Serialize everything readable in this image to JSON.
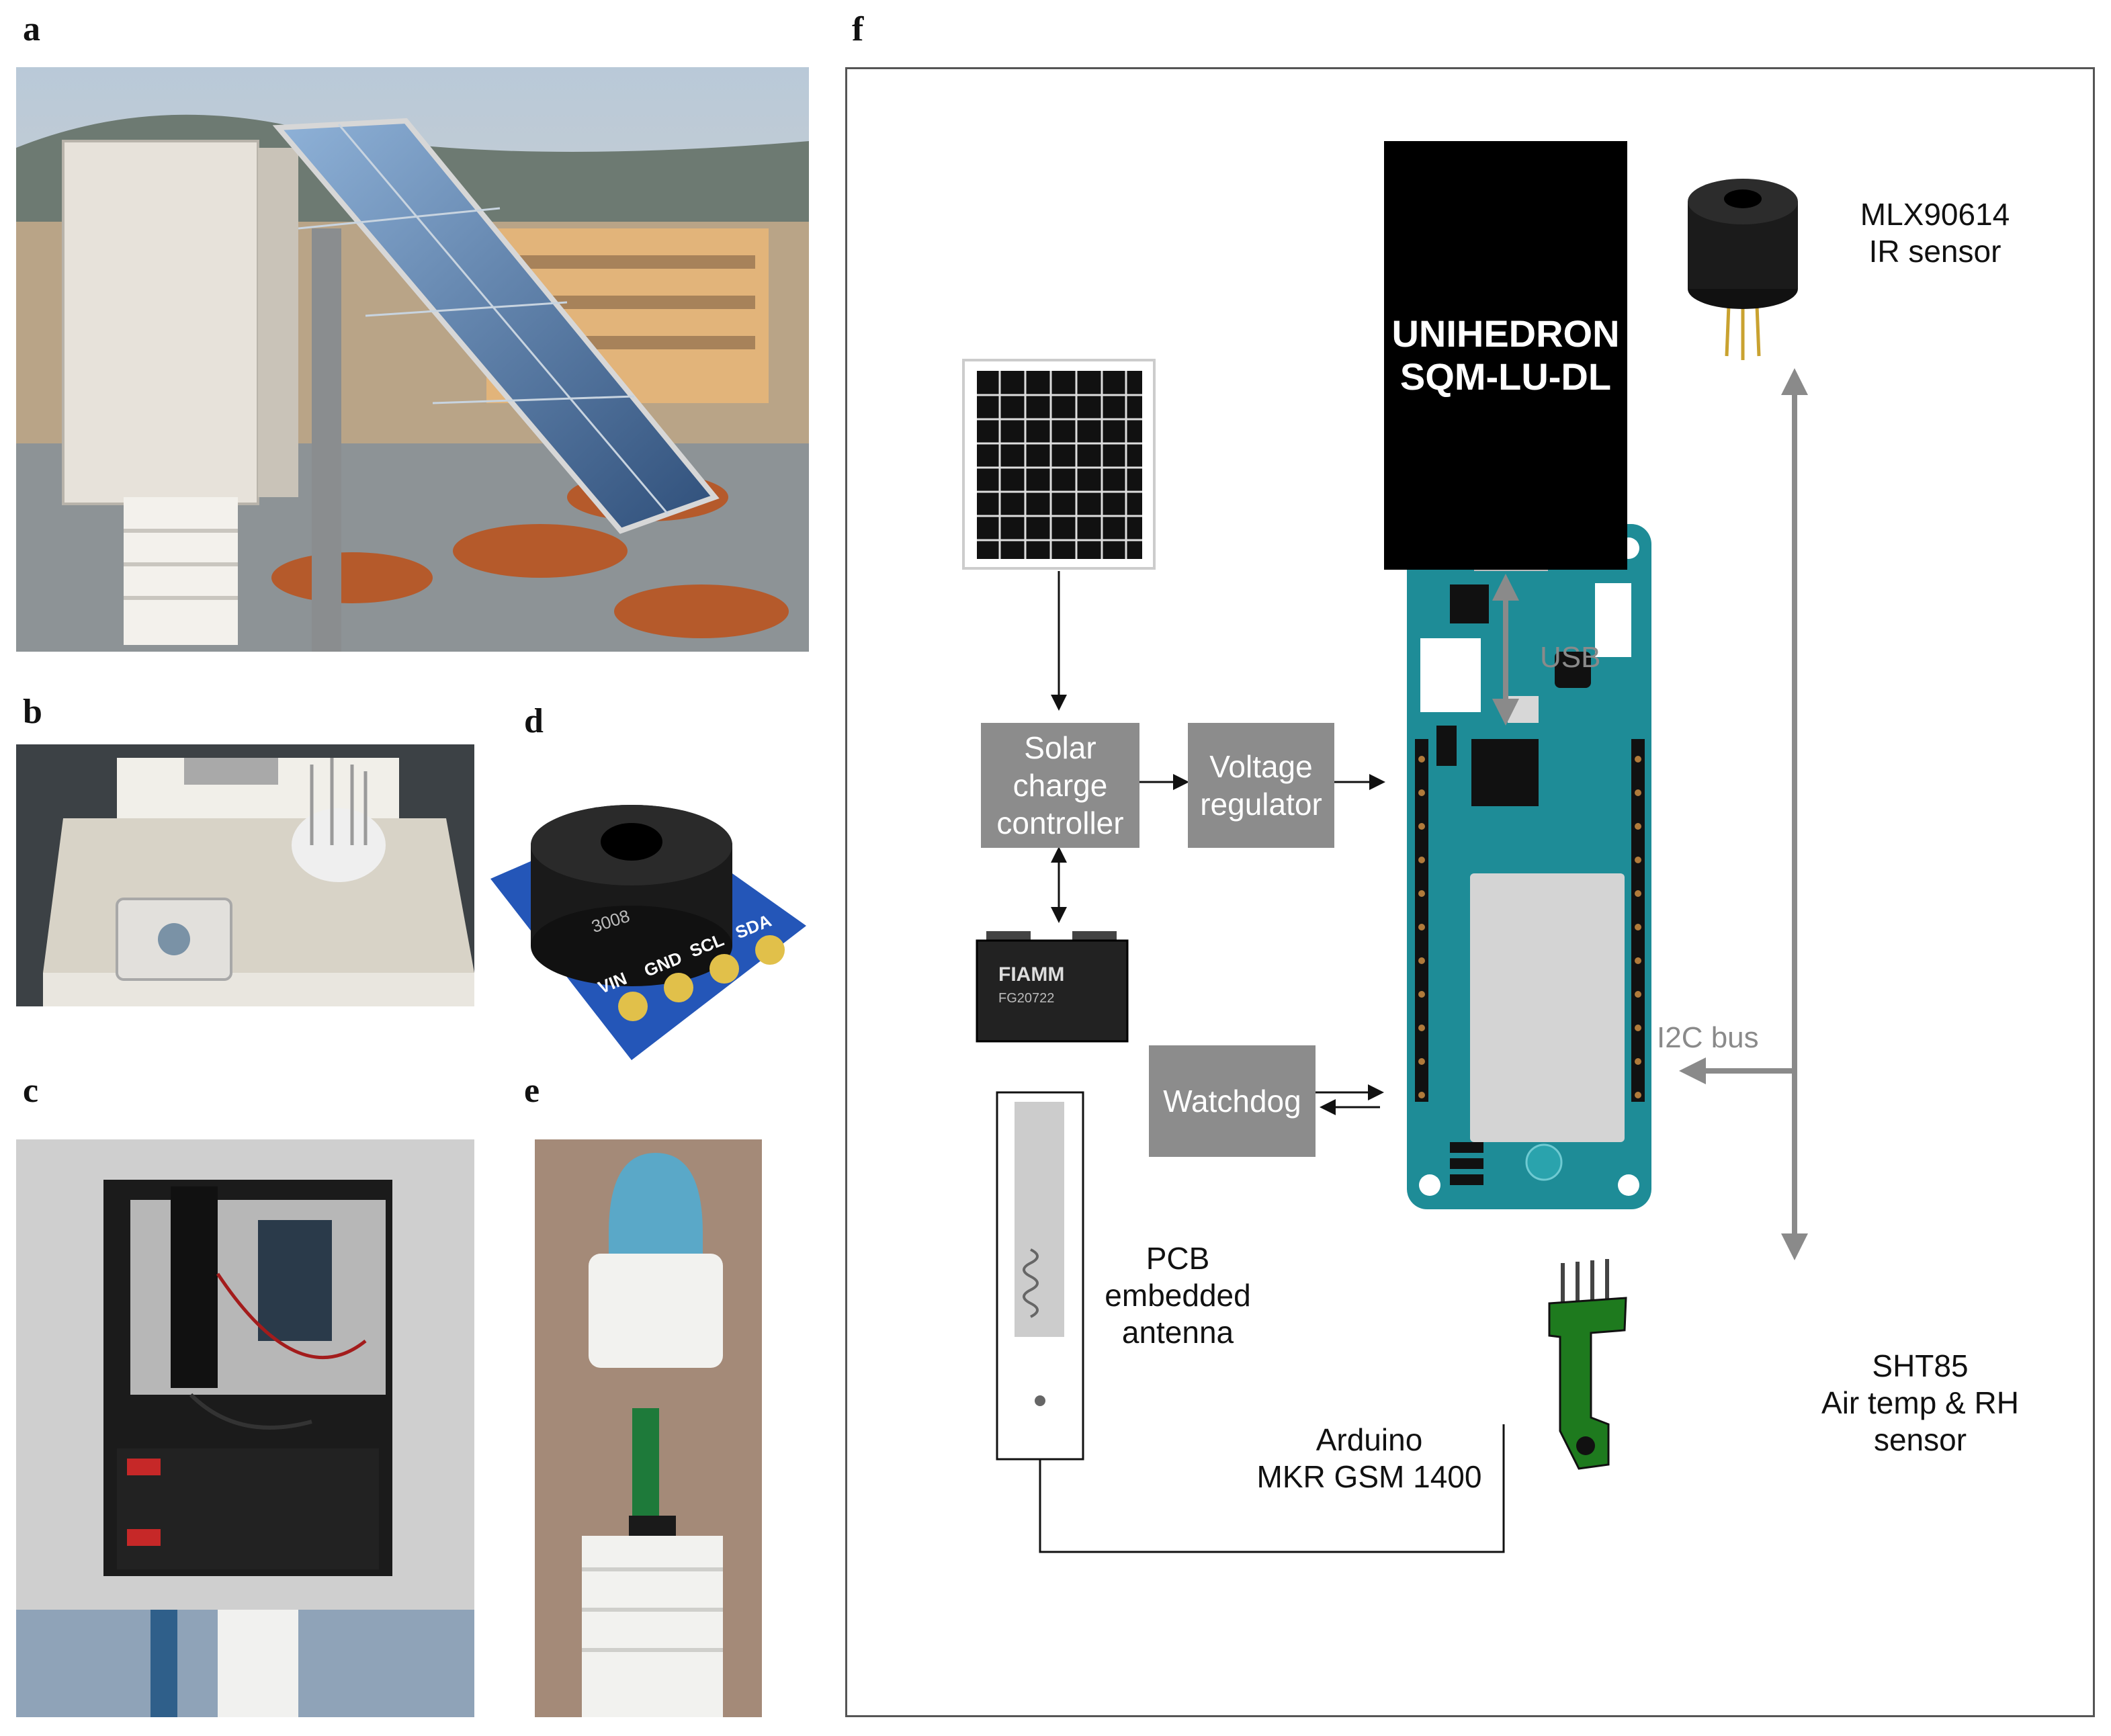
{
  "panels": {
    "a": {
      "letter": "a",
      "description_icon": "weather-station-photo-icon"
    },
    "b": {
      "letter": "b",
      "description_icon": "enclosure-top-photo-icon"
    },
    "c": {
      "letter": "c",
      "description_icon": "open-enclosure-photo-icon"
    },
    "d": {
      "letter": "d",
      "description_icon": "ir-sensor-board-photo-icon",
      "pin_labels": [
        "VIN",
        "GND",
        "SCL",
        "SDA"
      ],
      "chip_text": "3008"
    },
    "e": {
      "letter": "e",
      "description_icon": "humidity-probe-photo-icon"
    },
    "f": {
      "letter": "f"
    }
  },
  "diagram": {
    "sqm": "UNIHEDRON\nSQM-LU-DL",
    "mlx_label": "MLX90614\nIR sensor",
    "usb_label": "USB",
    "solar_controller": "Solar\ncharge\ncontroller",
    "voltage_regulator": "Voltage\nregulator",
    "watchdog": "Watchdog",
    "i2c_label": "I2C bus",
    "antenna_label": "PCB\nembedded\nantenna",
    "arduino_label": "Arduino\nMKR GSM 1400",
    "sht_label": "SHT85\nAir temp & RH\nsensor",
    "battery_brand": "FIAMM",
    "battery_model": "FG20722"
  },
  "colors": {
    "gray_box": "#8c8c8c",
    "arduino_teal": "#1e8c97",
    "bus_gray": "#8a8a8a",
    "sht_green": "#1e7a1e"
  }
}
